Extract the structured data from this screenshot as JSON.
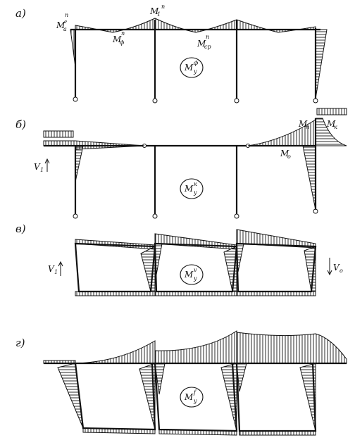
{
  "panels": [
    {
      "id": "a",
      "tag": "а)",
      "circle": {
        "main": "M",
        "sup": "ф",
        "sub": "у"
      },
      "labels": [
        {
          "main": "M",
          "sub": "a",
          "sup": "n",
          "sup2": "e"
        },
        {
          "main": "M",
          "sub": "ф",
          "sup": "n"
        },
        {
          "main": "M",
          "sub": "1",
          "sup": "n"
        },
        {
          "main": "M",
          "sub": "ср",
          "sup": "n"
        }
      ]
    },
    {
      "id": "b",
      "tag": "б)",
      "circle": {
        "main": "M",
        "sup": "к",
        "sub": "у"
      },
      "labels": [
        {
          "main": "M",
          "sub": "n"
        },
        {
          "main": "M",
          "sub": "к"
        },
        {
          "main": "M",
          "sub": "o"
        },
        {
          "main": "V",
          "sub": "1"
        }
      ]
    },
    {
      "id": "v",
      "tag": "в)",
      "circle": {
        "main": "M",
        "sup": "v",
        "sub": "у"
      },
      "labels": [
        {
          "main": "V",
          "sub": "1"
        },
        {
          "main": "V",
          "sub": "o"
        }
      ]
    },
    {
      "id": "g",
      "tag": "г)",
      "circle": {
        "main": "M",
        "sup": "f",
        "sub": "у"
      },
      "labels": []
    }
  ]
}
